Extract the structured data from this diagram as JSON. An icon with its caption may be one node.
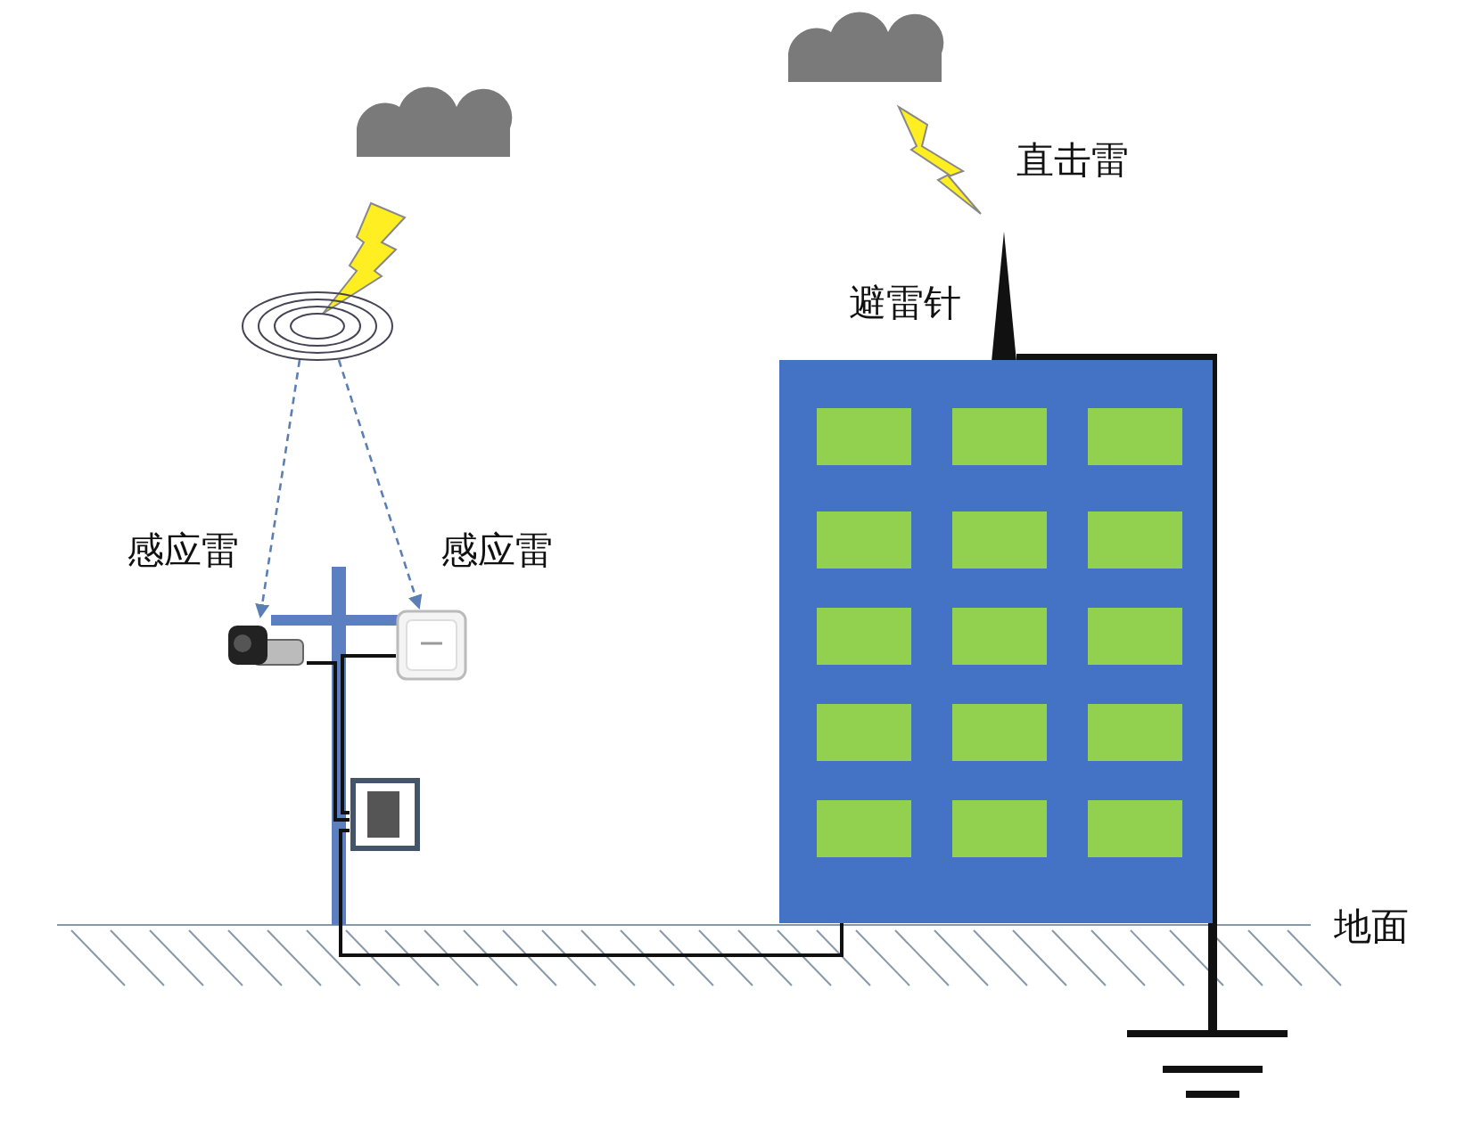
{
  "diagram": {
    "nodes": [
      {
        "text": [],
        "shape": "circle"
      },
      {
        "text": [],
        "shape": "picture",
        "beside": [
          "感应雷"
        ]
      },
      {
        "text": [],
        "shape": "picture",
        "beside": [
          "感应雷"
        ]
      },
      {
        "text": [],
        "shape": "picture"
      },
      {
        "text": [],
        "shape": "triangle",
        "beside": [
          "避雷针"
        ]
      },
      {
        "text": [],
        "shape": "box"
      },
      {
        "text": [],
        "shape": "picture"
      }
    ],
    "edges": [
      {
        "from": 0,
        "to": 1,
        "arrow": "to",
        "style": "dashed",
        "color": "#5b7fb5"
      },
      {
        "from": 0,
        "to": 2,
        "arrow": "to",
        "style": "dashed",
        "color": "#5b7fb5"
      },
      {
        "from": 4,
        "to": 6,
        "arrow": "none",
        "style": "thick"
      },
      {
        "from": 3,
        "to": 5,
        "arrow": "none"
      },
      {
        "from": 1,
        "to": 3,
        "arrow": "none"
      },
      {
        "from": 2,
        "to": 3,
        "arrow": "none"
      }
    ],
    "labels": [
      "直击雷",
      "地面"
    ]
  }
}
